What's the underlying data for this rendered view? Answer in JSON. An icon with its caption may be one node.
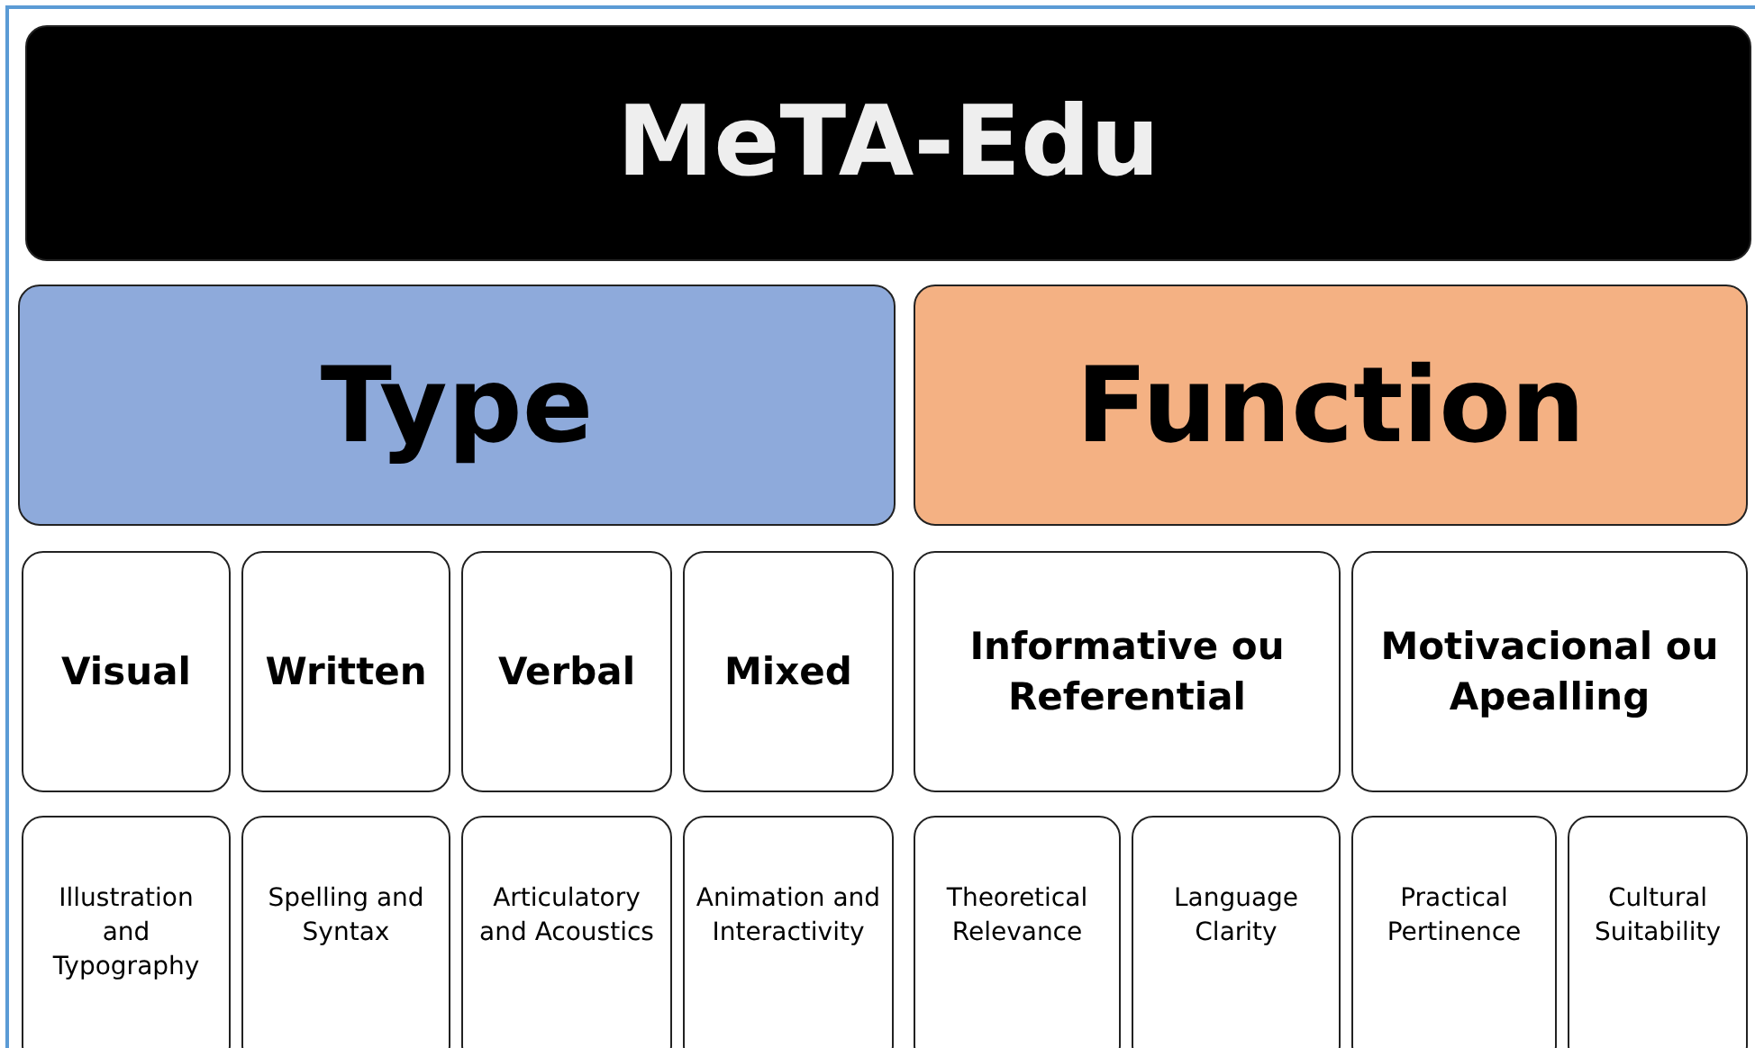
{
  "diagram": {
    "nodes": [
      {
        "text": [
          "MeTA-Edu"
        ]
      },
      {
        "text": [
          "Type"
        ]
      },
      {
        "text": [
          "Function"
        ]
      },
      {
        "text": [
          "Visual"
        ]
      },
      {
        "text": [
          "Written"
        ]
      },
      {
        "text": [
          "Verbal"
        ]
      },
      {
        "text": [
          "Mixed"
        ]
      },
      {
        "text": [
          "Informative ou Referential"
        ]
      },
      {
        "text": [
          "Motivacional ou Apealling"
        ]
      },
      {
        "text": [
          "Illustration and Typography"
        ]
      },
      {
        "text": [
          "Spelling and Syntax"
        ]
      },
      {
        "text": [
          "Articulatory and Acoustics"
        ]
      },
      {
        "text": [
          "Animation and Interactivity"
        ]
      },
      {
        "text": [
          "Theoretical Relevance"
        ]
      },
      {
        "text": [
          "Language Clarity"
        ]
      },
      {
        "text": [
          "Practical Pertinence"
        ]
      },
      {
        "text": [
          "Cultural Suitability"
        ]
      }
    ]
  }
}
